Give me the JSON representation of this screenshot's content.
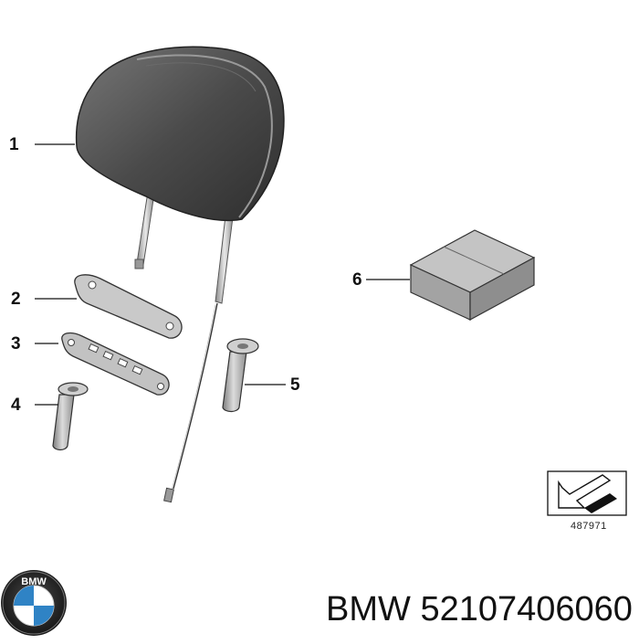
{
  "callouts": [
    {
      "num": "1",
      "part": "headrest"
    },
    {
      "num": "2",
      "part": "guide-plate"
    },
    {
      "num": "3",
      "part": "bracket-plate"
    },
    {
      "num": "4",
      "part": "guide-sleeve-left"
    },
    {
      "num": "5",
      "part": "guide-sleeve-right"
    },
    {
      "num": "6",
      "part": "kit-box"
    }
  ],
  "reference_number": "487971",
  "footer": {
    "brand": "BMW",
    "part_number": "52107406060",
    "logo_letters": "BMW",
    "logo_colors": {
      "blue": "#2f83c5",
      "white": "#ffffff",
      "ring": "#1a1a1a"
    }
  },
  "colors": {
    "headrest_dark": "#4a4a4a",
    "metal": "#b8b8b8",
    "box_top": "#bdbdbd",
    "box_front": "#9a9a9a",
    "line": "#111111"
  },
  "icons": [
    "headrest-drawing",
    "rod-drawing",
    "plate-drawing",
    "bracket-drawing",
    "sleeve-drawing",
    "box-drawing",
    "view-direction-arrow-icon",
    "bmw-logo"
  ]
}
